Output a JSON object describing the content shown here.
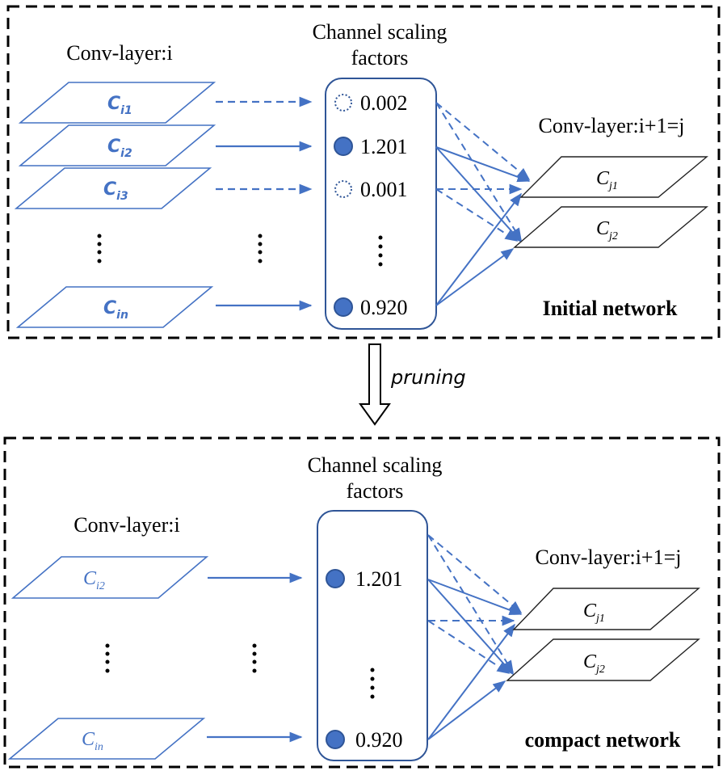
{
  "colors": {
    "accent": "#4472C4",
    "accent_dark": "#2F5597",
    "frame": "#000000",
    "text": "#000000",
    "next_layer_stroke": "#222222"
  },
  "pruning_label": "pruning",
  "initial": {
    "title": "Initial network",
    "layer_i_label": "Conv-layer:i",
    "scaling_label_line1": "Channel scaling",
    "scaling_label_line2": "factors",
    "layer_j_label": "Conv-layer:i+1=j",
    "channels": [
      {
        "base": "C",
        "sub": "i1",
        "factor": "0.002",
        "pruned": true
      },
      {
        "base": "C",
        "sub": "i2",
        "factor": "1.201",
        "pruned": false
      },
      {
        "base": "C",
        "sub": "i3",
        "factor": "0.001",
        "pruned": true
      },
      {
        "base": "C",
        "sub": "in",
        "factor": "0.920",
        "pruned": false
      }
    ],
    "next_channels": [
      {
        "base": "C",
        "sub": "j1"
      },
      {
        "base": "C",
        "sub": "j2"
      }
    ],
    "ellipsis": "⋮"
  },
  "compact": {
    "title": "compact network",
    "layer_i_label": "Conv-layer:i",
    "scaling_label_line1": "Channel scaling",
    "scaling_label_line2": "factors",
    "layer_j_label": "Conv-layer:i+1=j",
    "channels": [
      {
        "base": "C",
        "sub": "i2",
        "factor": "1.201",
        "pruned": false
      },
      {
        "base": "C",
        "sub": "in",
        "factor": "0.920",
        "pruned": false
      }
    ],
    "next_channels": [
      {
        "base": "C",
        "sub": "j1"
      },
      {
        "base": "C",
        "sub": "j2"
      }
    ],
    "ellipsis": "⋮"
  }
}
